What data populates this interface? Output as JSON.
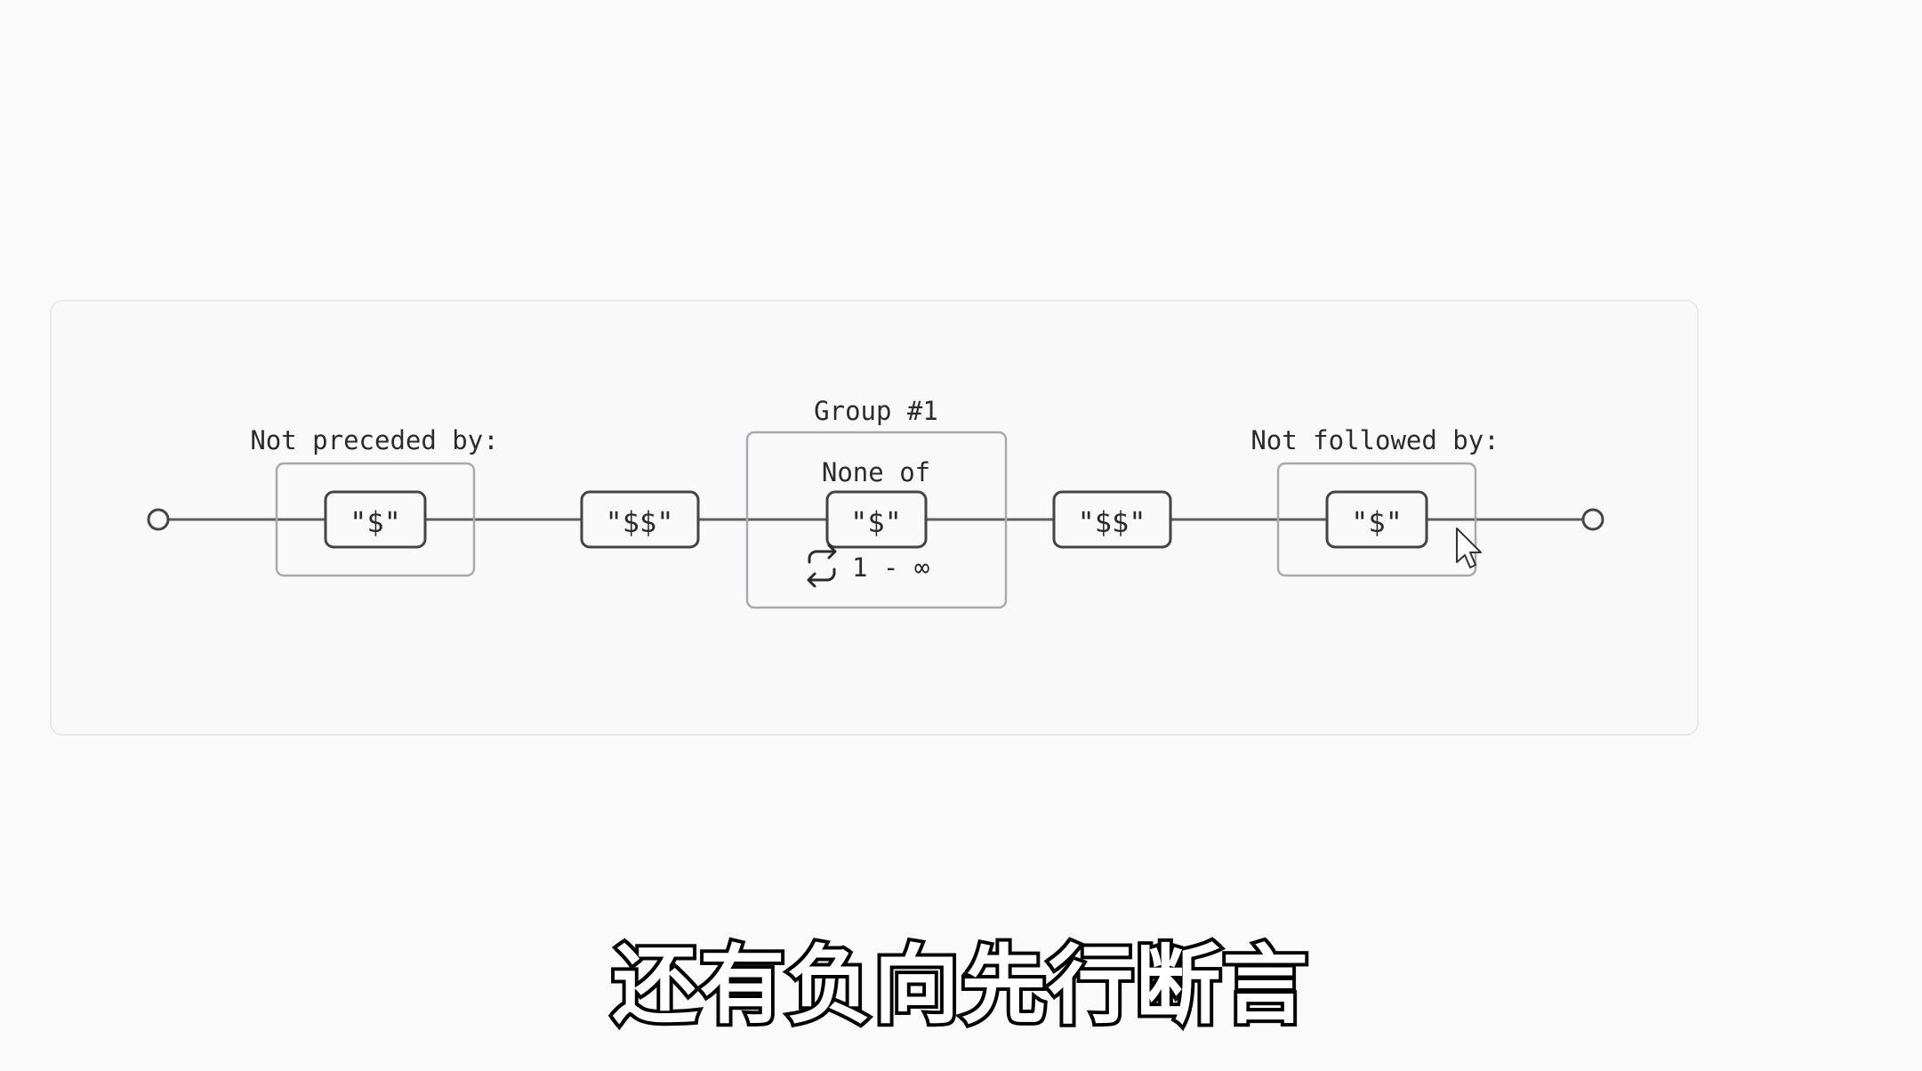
{
  "diagram": {
    "lookbehind_label": "Not preceded by:",
    "group_label": "Group #1",
    "none_of_label": "None of",
    "lookahead_label": "Not followed by:",
    "nodes": {
      "lookbehind_literal": "\"$\"",
      "literal_1": "\"$$\"",
      "group_literal": "\"$\"",
      "literal_2": "\"$$\"",
      "lookahead_literal": "\"$\""
    },
    "repeat": {
      "icon": "repeat-icon",
      "range": "1 - ∞"
    },
    "colors": {
      "line": "#5f5f5f",
      "node_border": "#444444",
      "box_border": "#a9a9ae",
      "text": "#2b2b2b"
    }
  },
  "subtitle": "还有负向先行断言",
  "cursor": "mouse-pointer-icon"
}
